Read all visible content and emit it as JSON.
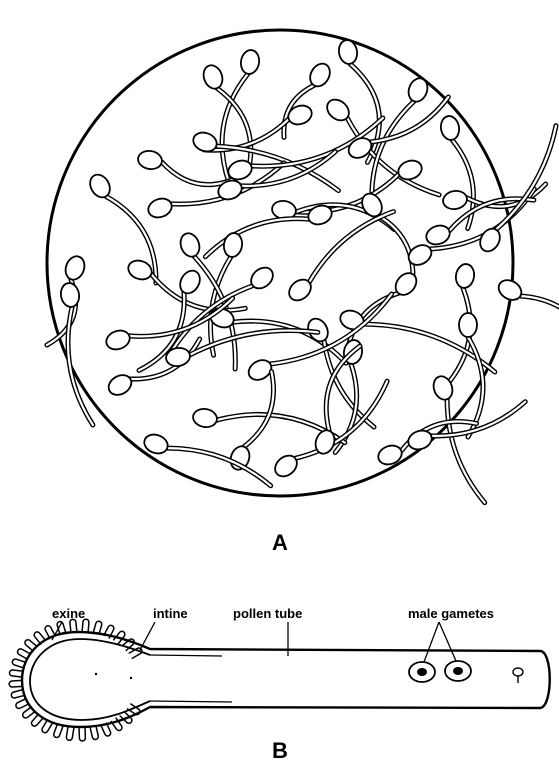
{
  "panel_a": {
    "label": "A"
  },
  "panel_b": {
    "label": "B",
    "labels": {
      "exine": "exine",
      "intine": "intine",
      "pollen_tube": "pollen tube",
      "male_gametes": "male gametes"
    }
  }
}
